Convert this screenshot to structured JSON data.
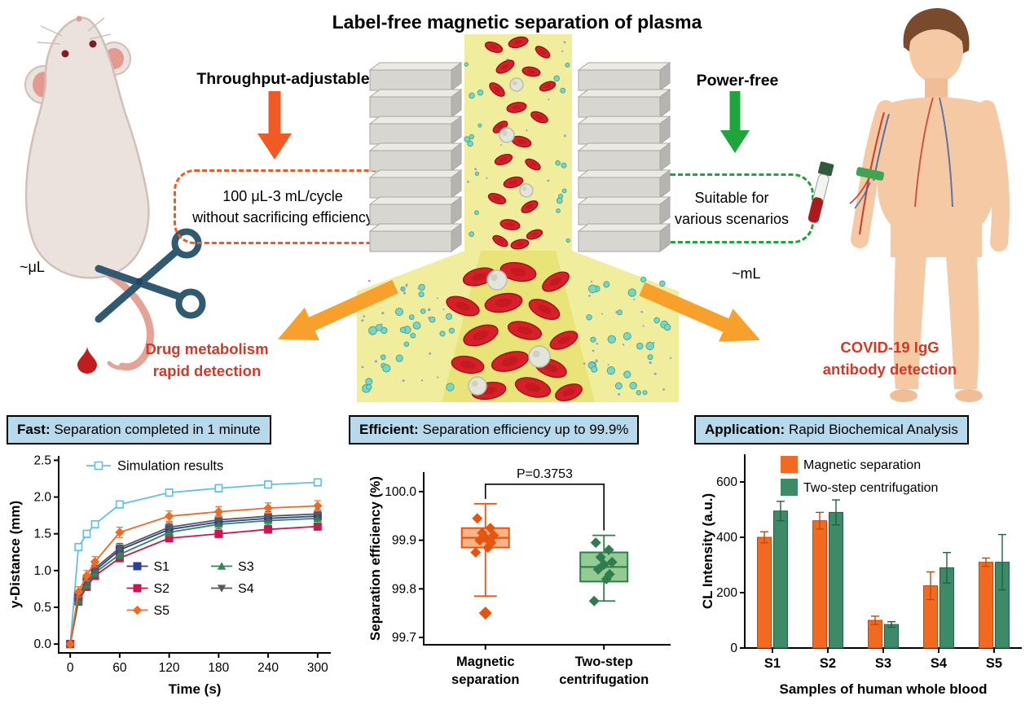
{
  "title": "Label-free magnetic separation of plasma",
  "annotations": {
    "throughput_label": "Throughput-adjustable",
    "throughput_line1": "100 μL-3 mL/cycle",
    "throughput_line2": "without sacrificing efficiency",
    "power_label": "Power-free",
    "power_line1": "Suitable for",
    "power_line2": "various scenarios",
    "scale_left": "~μL",
    "scale_right": "~mL",
    "left_app_line1": "Drug metabolism",
    "left_app_line2": "rapid detection",
    "right_app_line1": "COVID-19 IgG",
    "right_app_line2": "antibody detection"
  },
  "panels": [
    {
      "title_bold": "Fast:",
      "title_rest": " Separation completed in 1 minute"
    },
    {
      "title_bold": "Efficient:",
      "title_rest": " Separation efficiency up to 99.9%"
    },
    {
      "title_bold": "Application:",
      "title_rest": " Rapid Biochemical Analysis"
    }
  ],
  "colors": {
    "orange": "#f15a24",
    "green": "#1ea53b",
    "arrow_gold": "#f7a02b",
    "red_text": "#d03a28",
    "header_blue": "#b7d9ec"
  },
  "chart_data": [
    {
      "type": "line",
      "xlabel": "Time (s)",
      "ylabel": "y-Distance (mm)",
      "xlim": [
        -14,
        316
      ],
      "ylim": [
        -0.12,
        2.56
      ],
      "xticks": [
        0,
        60,
        120,
        180,
        240,
        300
      ],
      "yticks": [
        0.0,
        0.5,
        1.0,
        1.5,
        2.0,
        2.5
      ],
      "x": [
        0,
        10,
        20,
        30,
        60,
        120,
        180,
        240,
        300
      ],
      "series": [
        {
          "name": "Simulation results",
          "color": "#5fc0e8",
          "marker": "open-square",
          "error": 0.05,
          "values": [
            0,
            1.32,
            1.5,
            1.63,
            1.9,
            2.06,
            2.12,
            2.17,
            2.2
          ]
        },
        {
          "name": "S1",
          "color": "#2b3f94",
          "marker": "square",
          "error": 0.06,
          "values": [
            0,
            0.64,
            0.85,
            1.0,
            1.28,
            1.56,
            1.66,
            1.71,
            1.74
          ]
        },
        {
          "name": "S2",
          "color": "#cf1350",
          "marker": "square",
          "error": 0.05,
          "values": [
            0,
            0.58,
            0.78,
            0.93,
            1.17,
            1.44,
            1.5,
            1.56,
            1.6
          ]
        },
        {
          "name": "S3",
          "color": "#2c8a57",
          "marker": "triangle-up",
          "error": 0.06,
          "values": [
            0,
            0.6,
            0.82,
            0.97,
            1.22,
            1.52,
            1.63,
            1.68,
            1.71
          ]
        },
        {
          "name": "S4",
          "color": "#55595f",
          "marker": "triangle-down",
          "error": 0.06,
          "values": [
            0,
            0.66,
            0.87,
            1.03,
            1.31,
            1.59,
            1.69,
            1.74,
            1.77
          ]
        },
        {
          "name": "S5",
          "color": "#f26a21",
          "marker": "diamond",
          "error": 0.07,
          "values": [
            0,
            0.71,
            0.93,
            1.12,
            1.52,
            1.74,
            1.8,
            1.85,
            1.88
          ]
        }
      ]
    },
    {
      "type": "box",
      "ylabel": "Separation efficiency (%)",
      "ylim": [
        99.685,
        100.04
      ],
      "yticks": [
        99.7,
        99.8,
        99.9,
        100.0
      ],
      "annotation": "P=0.3753",
      "boxes": [
        {
          "label": [
            "Magnetic",
            "separation"
          ],
          "color": "#e8540e",
          "fill": "#f8b488",
          "q1": 99.885,
          "median": 99.905,
          "q3": 99.925,
          "whisker_low": 99.785,
          "whisker_high": 99.975,
          "points": [
            99.945,
            99.925,
            99.915,
            99.91,
            99.905,
            99.9,
            99.895,
            99.885,
            99.875
          ],
          "outliers": [
            99.75
          ]
        },
        {
          "label": [
            "Two-step",
            "centrifugation"
          ],
          "color": "#2e7d4f",
          "fill": "#93cb93",
          "q1": 99.815,
          "median": 99.845,
          "q3": 99.875,
          "whisker_low": 99.775,
          "whisker_high": 99.91,
          "points": [
            99.895,
            99.88,
            99.865,
            99.855,
            99.85,
            99.84,
            99.83,
            99.82,
            99.775
          ],
          "outliers": []
        }
      ]
    },
    {
      "type": "bar",
      "categories": [
        "S1",
        "S2",
        "S3",
        "S4",
        "S5"
      ],
      "xlabel": "Samples of human whole blood",
      "ylabel": "CL Intensity (a.u.)",
      "ylim": [
        0,
        700
      ],
      "yticks": [
        0,
        200,
        400,
        600
      ],
      "series": [
        {
          "name": "Magnetic separation",
          "color": "#f26a21",
          "edge": "#c24a08",
          "values": [
            400,
            460,
            100,
            225,
            310
          ],
          "errors": [
            20,
            30,
            15,
            50,
            15
          ]
        },
        {
          "name": "Two-step centrifugation",
          "color": "#3c8a68",
          "edge": "#246047",
          "values": [
            495,
            490,
            85,
            290,
            310
          ],
          "errors": [
            35,
            45,
            10,
            55,
            100
          ]
        }
      ]
    }
  ]
}
